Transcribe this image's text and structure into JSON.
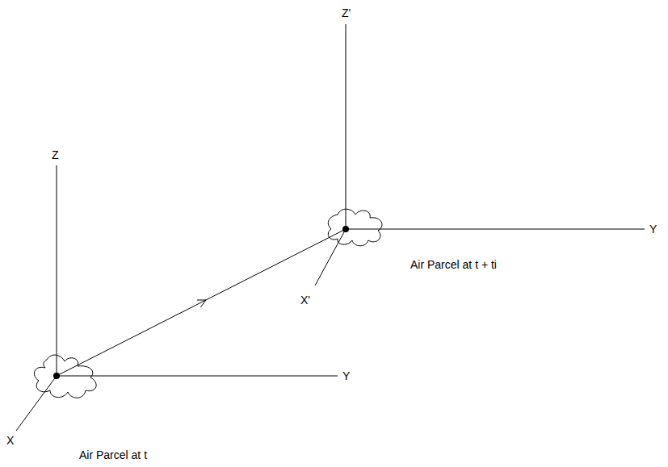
{
  "diagram": {
    "labels": [
      "Z",
      "Y",
      "X",
      "Air Parcel at t",
      "Z'",
      "Y",
      "X'",
      "Air Parcel at t + ti"
    ]
  }
}
